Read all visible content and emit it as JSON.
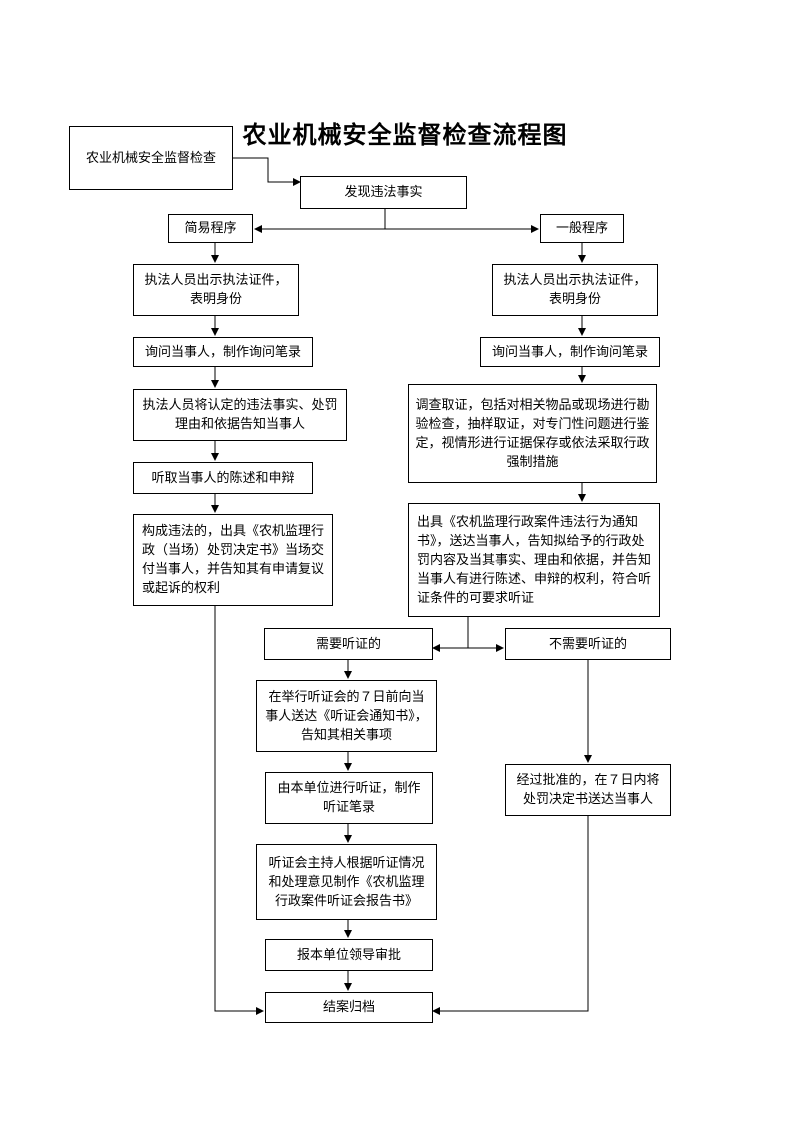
{
  "title": "农业机械安全监督检查流程图",
  "nodes": {
    "start": "农业机械安全监督检查",
    "discover": "发现违法事实",
    "simple": "简易程序",
    "general": "一般程序",
    "s1": "执法人员出示执法证件，表明身份",
    "s2": "询问当事人，制作询问笔录",
    "s3": "执法人员将认定的违法事实、处罚理由和依据告知当事人",
    "s4": "听取当事人的陈述和申辩",
    "s5": "构成违法的，出具《农机监理行政（当场）处罚决定书》当场交付当事人，并告知其有申请复议或起诉的权利",
    "g1": "执法人员出示执法证件，表明身份",
    "g2": "询问当事人，制作询问笔录",
    "g3": "调查取证，包括对相关物品或现场进行勘验检查，抽样取证，对专门性问题进行鉴定，视情形进行证据保存或依法采取行政强制措施",
    "g4": "出具《农机监理行政案件违法行为通知书》，送达当事人，告知拟给予的行政处罚内容及当其事实、理由和依据，并告知当事人有进行陈述、申辩的权利，符合听证条件的可要求听证",
    "need": "需要听证的",
    "noneed": "不需要听证的",
    "h1": "在举行听证会的７日前向当事人送达《听证会通知书》，告知其相关事项",
    "h2": "由本单位进行听证，制作听证笔录",
    "h3": "听证会主持人根据听证情况和处理意见制作《农机监理行政案件听证会报告书》",
    "h4": "报本单位领导审批",
    "n1": "经过批准的，在７日内将处罚决定书送达当事人",
    "end": "结案归档"
  }
}
